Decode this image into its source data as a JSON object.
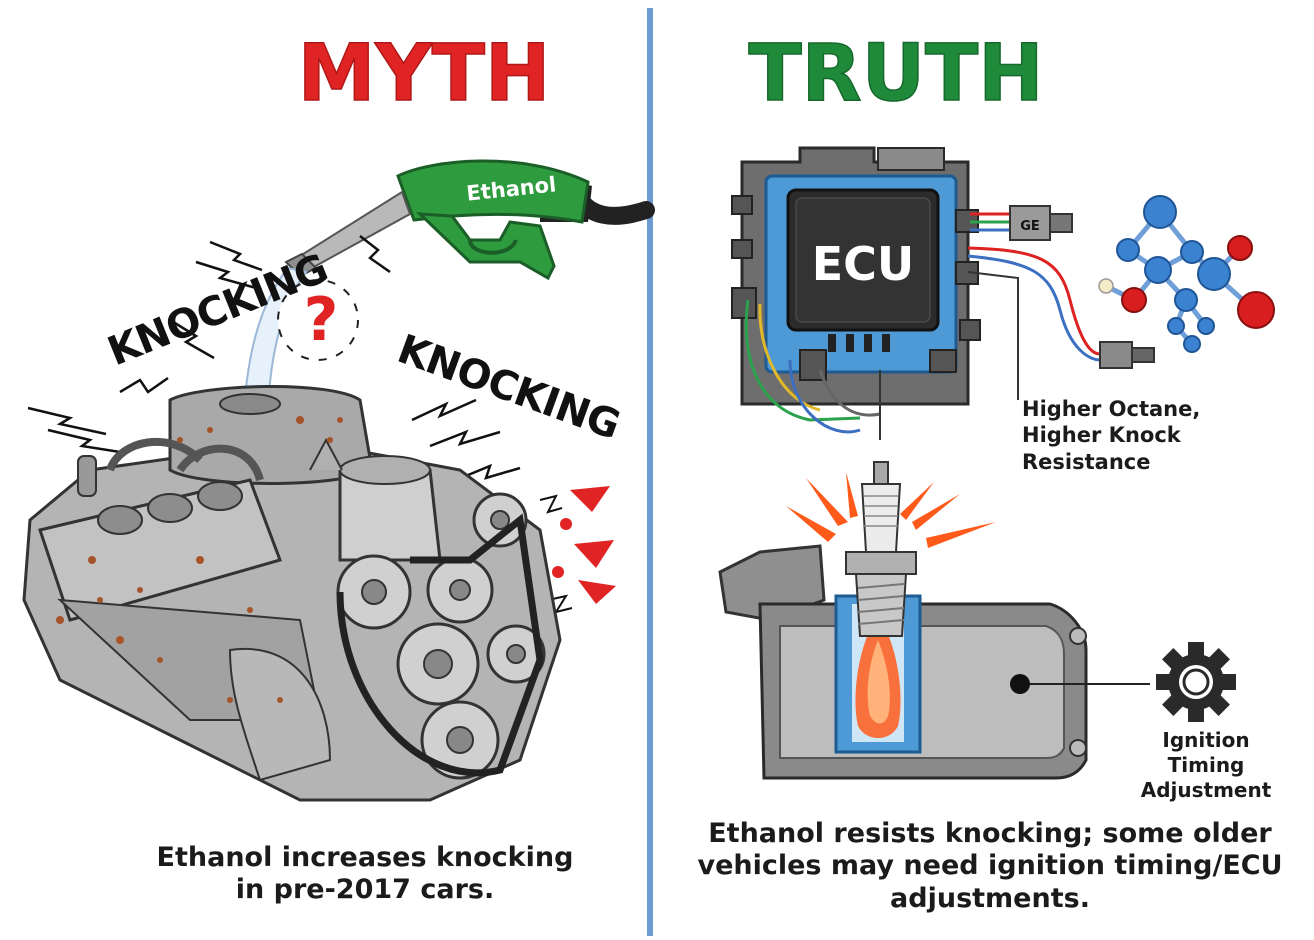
{
  "myth": {
    "heading": "MYTH",
    "heading_color": "#e02424",
    "pump_label": "Ethanol",
    "knock_left": "KNOCKING",
    "knock_right": "KNOCKING",
    "question_mark": "?",
    "caption_line1": "Ethanol increases knocking",
    "caption_line2": "in pre-2017 cars."
  },
  "truth": {
    "heading": "TRUTH",
    "heading_color": "#1f8a3a",
    "ecu_label": "ECU",
    "sensor_label": "GE",
    "octane_line1": "Higher Octane,",
    "octane_line2": "Higher Knock Resistance",
    "ignition_line1": "Ignition Timing",
    "ignition_line2": "Adjustment",
    "caption_line1": "Ethanol resists knocking; some older",
    "caption_line2": "vehicles may need ignition timing/ECU",
    "caption_line3": "adjustments."
  },
  "colors": {
    "divider": "#6b9bd1",
    "pump_green": "#2e9b3e",
    "ecu_blue": "#4d9ad6",
    "molecule_blue": "#3b82d0",
    "molecule_red": "#d81e1e",
    "spark_orange": "#ff5a1a"
  },
  "icons": [
    "fuel-nozzle-icon",
    "engine-illustration",
    "ecu-board",
    "spark-plug-icon",
    "gear-icon",
    "molecule-icon",
    "warning-exclamation-icon"
  ]
}
